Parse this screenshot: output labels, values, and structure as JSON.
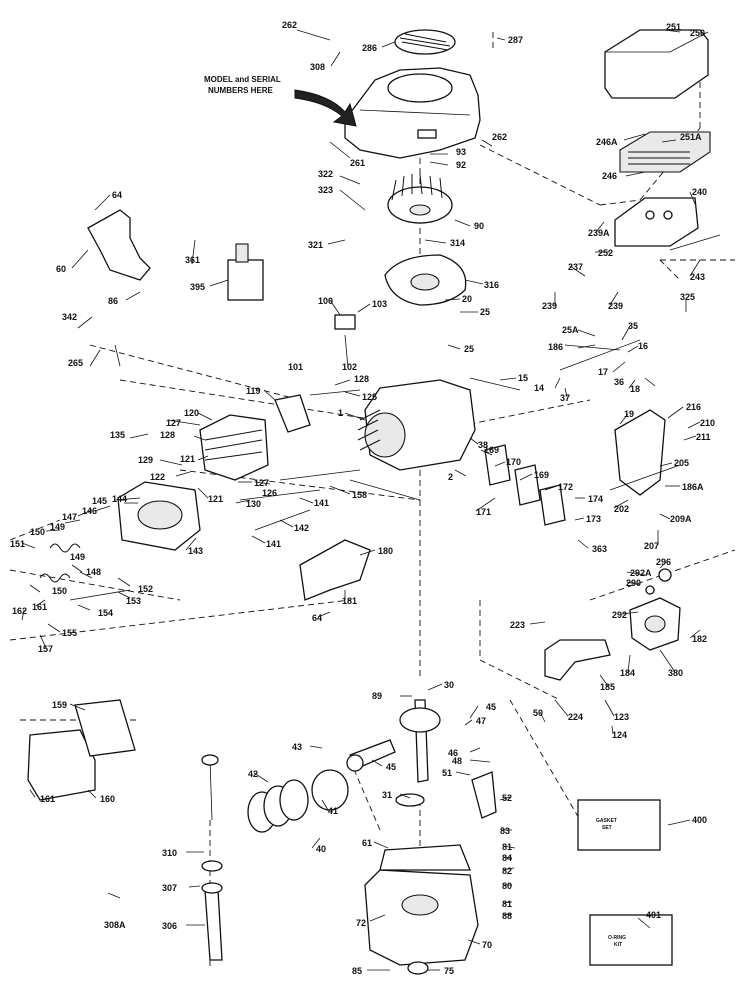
{
  "note": [
    "MODEL and SERIAL",
    "NUMBERS HERE"
  ],
  "labels": {
    "p262a": "262",
    "p286": "286",
    "p287": "287",
    "p308": "308",
    "p251": "251",
    "p250": "250",
    "p262b": "262",
    "p261": "261",
    "p93": "93",
    "p92": "92",
    "p246A": "246A",
    "p251A": "251A",
    "p64a": "64",
    "p322": "322",
    "p323": "323",
    "p246": "246",
    "p240": "240",
    "p90": "90",
    "p239A": "239A",
    "p60": "60",
    "p361": "361",
    "p321": "321",
    "p314": "314",
    "p252": "252",
    "p237": "237",
    "p243": "243",
    "p86": "86",
    "p395": "395",
    "p316": "316",
    "p239a": "239",
    "p239b": "239",
    "p325": "325",
    "p100": "100",
    "p103": "103",
    "p20": "20",
    "p25a": "25",
    "p342": "342",
    "p25A": "25A",
    "p35": "35",
    "p101": "101",
    "p102": "102",
    "p25b": "25",
    "p186": "186",
    "p16": "16",
    "p265": "265",
    "p128a": "128",
    "p15": "15",
    "p14": "14",
    "p17": "17",
    "p36": "36",
    "p18": "18",
    "p119": "119",
    "p37": "37",
    "p125": "125",
    "p19": "19",
    "p216": "216",
    "p1": "1",
    "p120": "120",
    "p127a": "127",
    "p210": "210",
    "p135": "135",
    "p128b": "128",
    "p38": "38",
    "p169a": "169",
    "p211": "211",
    "p129": "129",
    "p121a": "121",
    "p170": "170",
    "p205": "205",
    "p2": "2",
    "p122": "122",
    "p127b": "127",
    "p169b": "169",
    "p186A": "186A",
    "p121b": "121",
    "p126": "126",
    "p158": "158",
    "p172": "172",
    "p145": "145",
    "p144": "144",
    "p130": "130",
    "p174": "174",
    "p202": "202",
    "p146": "146",
    "p141a": "141",
    "p171": "171",
    "p173": "173",
    "p209A": "209A",
    "p147": "147",
    "p142": "142",
    "p149a": "149",
    "p150a": "150",
    "p143": "143",
    "p141b": "141",
    "p363": "363",
    "p207": "207",
    "p151": "151",
    "p149b": "149",
    "p148": "148",
    "p180": "180",
    "p292A": "292A",
    "p296": "296",
    "p290": "290",
    "p150b": "150",
    "p161a": "161",
    "p152": "152",
    "p153": "153",
    "p154": "154",
    "p181a": "181",
    "p292": "292",
    "p162": "162",
    "p64b": "64",
    "p223": "223",
    "p155": "155",
    "p157": "157",
    "p182": "182",
    "p184": "184",
    "p380": "380",
    "p185": "185",
    "p30": "30",
    "p89": "89",
    "p159": "159",
    "p224": "224",
    "p45a": "45",
    "p47": "47",
    "p123": "123",
    "p50": "50",
    "p124": "124",
    "p43": "43",
    "p46": "46",
    "p48": "48",
    "p42": "42",
    "p45b": "45",
    "p51": "51",
    "p31": "31",
    "p52": "52",
    "p41": "41",
    "p161b": "161",
    "p160": "160",
    "p400": "400",
    "p83": "83",
    "p40": "40",
    "p61": "61",
    "p81a": "81",
    "p84": "84",
    "p310": "310",
    "p82": "82",
    "p307": "307",
    "p80": "80",
    "p81b": "81",
    "p308A": "308A",
    "p88": "88",
    "p401": "401",
    "p72": "72",
    "p306": "306",
    "p70": "70",
    "p85": "85",
    "p75": "75"
  },
  "kits": {
    "gasket_set": [
      "GASKET",
      "SET"
    ],
    "oring_kit": [
      "O-RING",
      "KIT"
    ]
  }
}
